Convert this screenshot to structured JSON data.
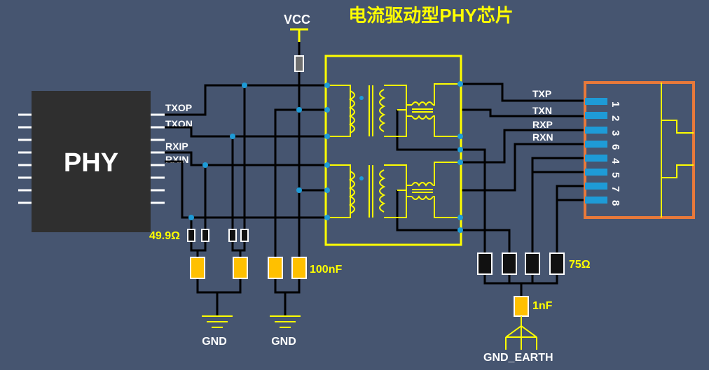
{
  "title": "电流驱动型PHY芯片",
  "chip": {
    "label": "PHY"
  },
  "signals": {
    "txop": "TXOP",
    "txon": "TXON",
    "rxip": "RXIP",
    "rxin": "RXIN"
  },
  "connector_signals": {
    "txp": "TXP",
    "txn": "TXN",
    "rxp": "RXP",
    "rxn": "RXN"
  },
  "pins": [
    "1",
    "2",
    "3",
    "6",
    "4",
    "5",
    "7",
    "8"
  ],
  "power": {
    "vcc": "VCC"
  },
  "values": {
    "r_term": "49.9Ω",
    "c_bypass": "100nF",
    "r_bob": "75Ω",
    "c_bob": "1nF"
  },
  "grounds": {
    "gnd_left": "GND",
    "gnd_mid": "GND",
    "earth": "GND_EARTH"
  },
  "colors": {
    "background": "#465570",
    "wire": "#000000",
    "transformer": "#FFFF00",
    "label": "#FFFF00",
    "node": "#1E9BD7",
    "connector": "#E8793A",
    "pin": "#1E9BD7",
    "chip": "#2F2F2F"
  }
}
